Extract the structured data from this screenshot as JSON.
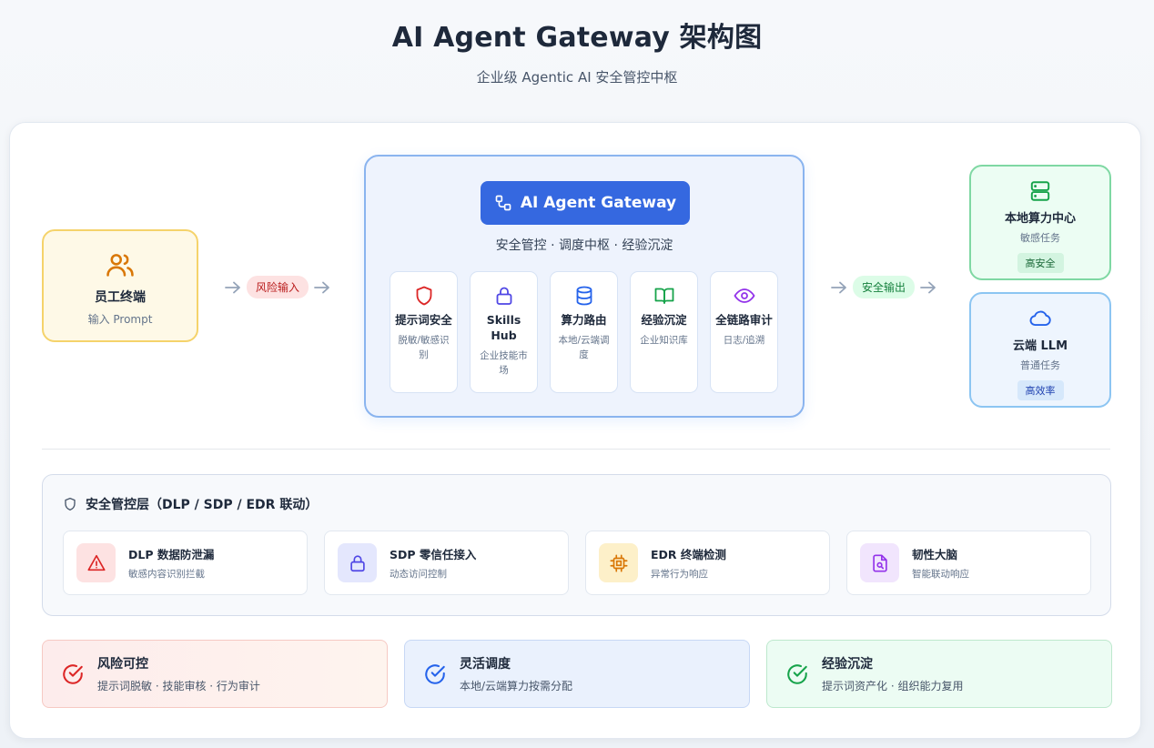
{
  "header": {
    "title": "AI Agent Gateway 架构图",
    "subtitle": "企业级 Agentic AI 安全管控中枢"
  },
  "employee": {
    "title": "员工终端",
    "sub": "输入 Prompt",
    "icon": "users-icon"
  },
  "flow_in": {
    "label": "风险输入"
  },
  "flow_out": {
    "label": "安全输出"
  },
  "gateway": {
    "title": "AI Agent Gateway",
    "subtitle": "安全管控 · 调度中枢 · 经验沉淀",
    "modules": [
      {
        "title": "提示词安全",
        "sub": "脱敏/敏感识别",
        "icon": "shield-icon",
        "color": "#dc2626"
      },
      {
        "title": "Skills Hub",
        "sub": "企业技能市场",
        "icon": "lock-icon",
        "color": "#4f46e5"
      },
      {
        "title": "算力路由",
        "sub": "本地/云端调度",
        "icon": "database-icon",
        "color": "#2563eb"
      },
      {
        "title": "经验沉淀",
        "sub": "企业知识库",
        "icon": "book-icon",
        "color": "#16a34a"
      },
      {
        "title": "全链路审计",
        "sub": "日志/追溯",
        "icon": "eye-icon",
        "color": "#9333ea"
      }
    ]
  },
  "targets": {
    "local": {
      "title": "本地算力中心",
      "sub": "敏感任务",
      "tag": "高安全",
      "icon": "server-icon"
    },
    "cloud": {
      "title": "云端 LLM",
      "sub": "普通任务",
      "tag": "高效率",
      "icon": "cloud-icon"
    }
  },
  "security": {
    "title": "安全管控层（DLP / SDP / EDR 联动）",
    "cards": [
      {
        "title": "DLP 数据防泄漏",
        "sub": "敏感内容识别拦截",
        "icon": "alert-icon"
      },
      {
        "title": "SDP 零信任接入",
        "sub": "动态访问控制",
        "icon": "lock-icon"
      },
      {
        "title": "EDR 终端检测",
        "sub": "异常行为响应",
        "icon": "chip-icon"
      },
      {
        "title": "韧性大脑",
        "sub": "智能联动响应",
        "icon": "file-search-icon"
      }
    ]
  },
  "benefits": [
    {
      "title": "风险可控",
      "sub": "提示词脱敏 · 技能审核 · 行为审计",
      "color": "#dc2626"
    },
    {
      "title": "灵活调度",
      "sub": "本地/云端算力按需分配",
      "color": "#2563eb"
    },
    {
      "title": "经验沉淀",
      "sub": "提示词资产化 · 组织能力复用",
      "color": "#16a34a"
    }
  ]
}
